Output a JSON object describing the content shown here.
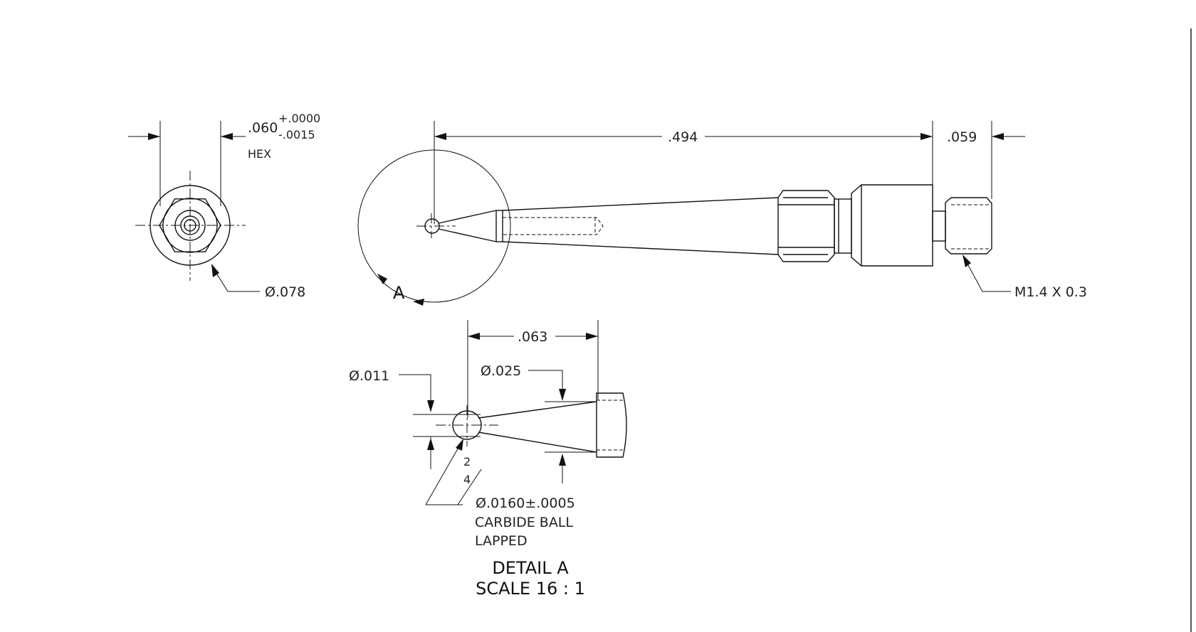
{
  "end_view": {
    "hex_nominal": ".060",
    "hex_tol_plus": "+.0000",
    "hex_tol_minus": "-.0015",
    "hex_label": "HEX",
    "diameter": "Ø.078"
  },
  "side_view": {
    "overall_length": ".494",
    "thread_length": ".059",
    "thread_callout": "M1.4 X 0.3",
    "detail_marker": "A"
  },
  "detail_a": {
    "taper_length": ".063",
    "tip_diameter": "Ø.011",
    "taper_diameter": "Ø.025",
    "finish_top": "2",
    "finish_bottom": "4",
    "ball_diameter": "Ø.0160±.0005",
    "ball_note_1": "CARBIDE BALL",
    "ball_note_2": "LAPPED",
    "title": "DETAIL A",
    "scale": "SCALE 16 : 1"
  },
  "colors": {
    "line": "#111111",
    "background": "#ffffff"
  }
}
